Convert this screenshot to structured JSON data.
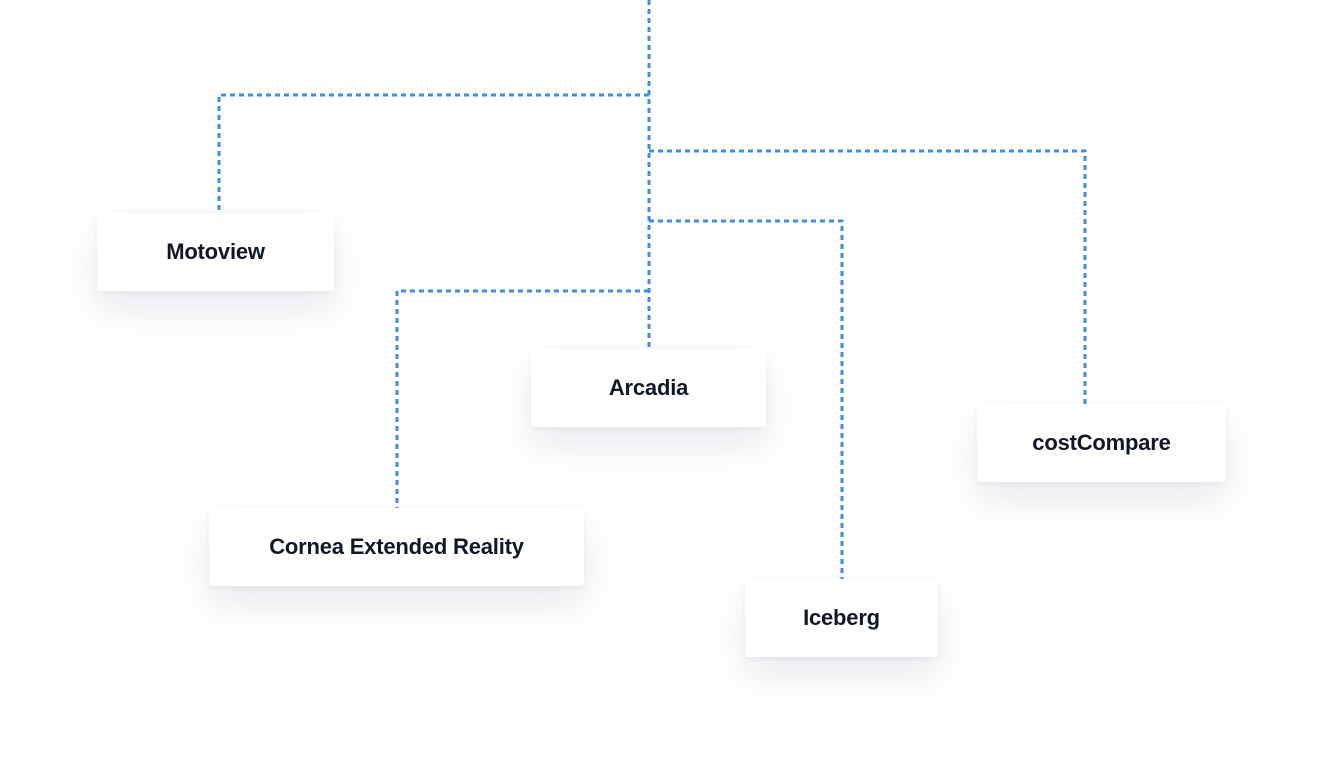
{
  "diagram": {
    "connector_color": "#3d8ee0",
    "nodes": [
      {
        "id": "motoview",
        "label": "Motoview"
      },
      {
        "id": "arcadia",
        "label": "Arcadia"
      },
      {
        "id": "costcompare",
        "label": "costCompare"
      },
      {
        "id": "cornea",
        "label": "Cornea Extended Reality"
      },
      {
        "id": "iceberg",
        "label": "Iceberg"
      }
    ]
  }
}
